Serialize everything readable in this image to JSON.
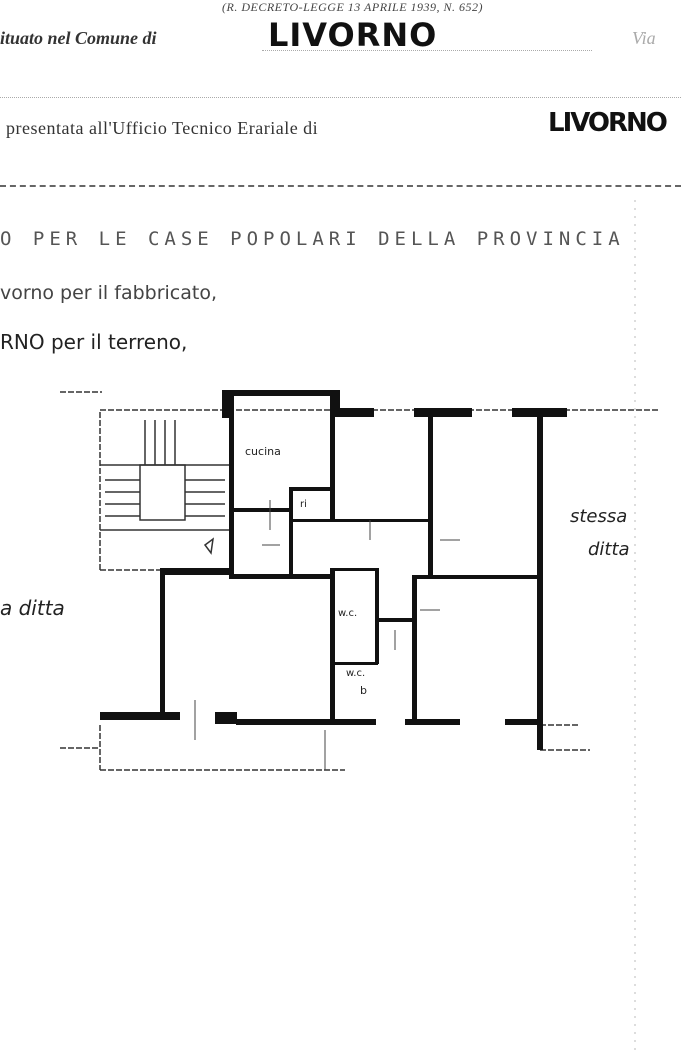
{
  "header": {
    "decree": "(R. DECRETO-LEGGE 13 APRILE 1939, N. 652)",
    "located_label": "ituato nel Comune di",
    "located_value": "LIVORNO",
    "via_label": "Via",
    "office_label": "presentata all'Ufficio Tecnico Erariale di",
    "office_value": "LIVORNO"
  },
  "owner": {
    "line1": "O PER LE CASE POPOLARI DELLA PROVINCIA",
    "line2": "vorno per il fabbricato,",
    "line3": "RNO per il terreno,"
  },
  "plan": {
    "labels": {
      "kitchen": "cucina",
      "closet": "ri",
      "wc1": "w.c.",
      "wc2": "w.c.",
      "bath": "b",
      "right_note_1": "stessa",
      "right_note_2": "ditta",
      "left_note": "a ditta"
    }
  }
}
